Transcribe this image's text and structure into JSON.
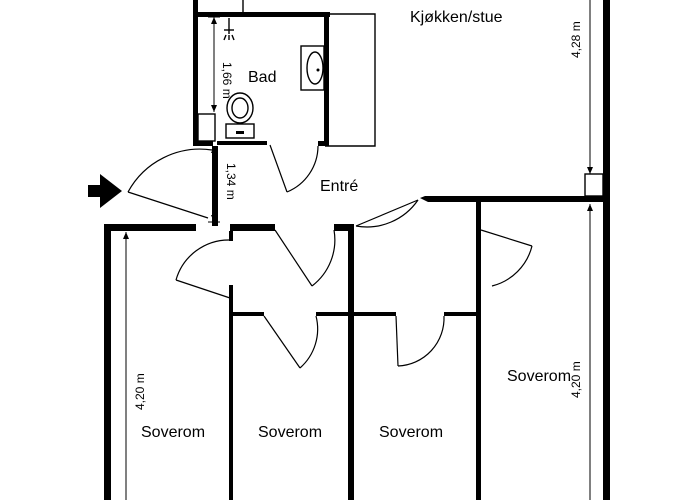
{
  "rooms": {
    "kitchen": "Kjøkken/stue",
    "bath": "Bad",
    "entry": "Entré",
    "bedroom1": "Soverom",
    "bedroom2": "Soverom",
    "bedroom3": "Soverom",
    "bedroom4": "Soverom"
  },
  "dimensions": {
    "bath_height": "1,66 m",
    "entry_height": "1,34 m",
    "kitchen_height": "4,28 m",
    "bedroom1_height": "4,20 m",
    "bedroom4_height": "4,20 m"
  },
  "icons": {
    "entrance": "arrow-right",
    "shower": "shower-head",
    "sink": "washbasin",
    "toilet": "toilet"
  }
}
